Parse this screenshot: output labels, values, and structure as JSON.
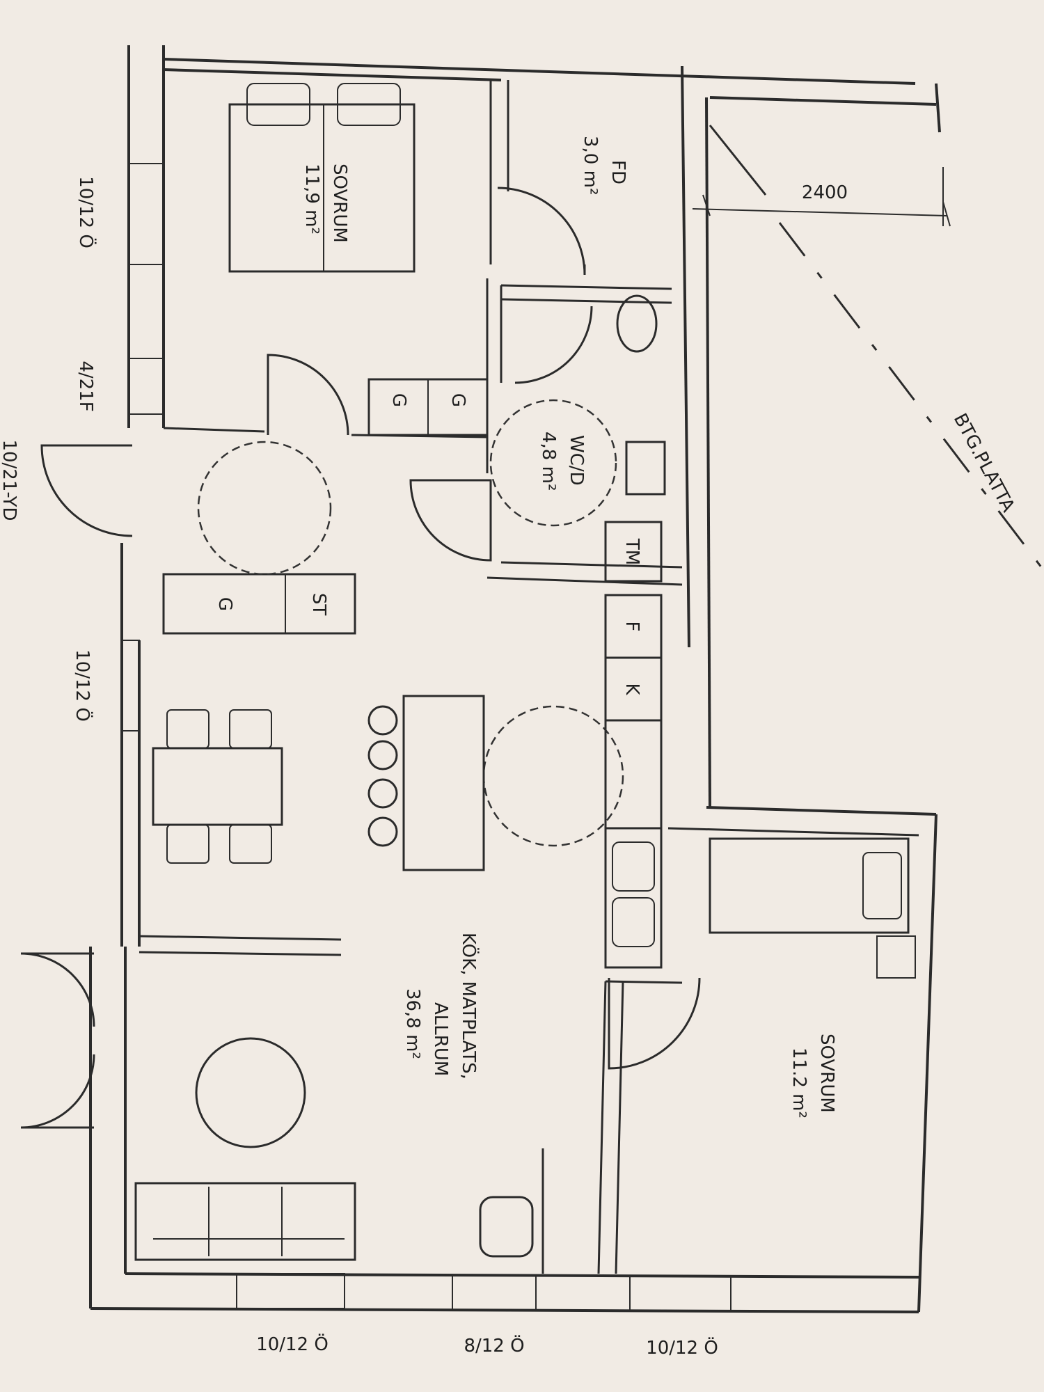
{
  "rooms": {
    "sovrum_top": {
      "name": "SOVRUM",
      "area": "11,9 m²"
    },
    "fd": {
      "name": "FD",
      "area": "3,0 m²"
    },
    "wcd": {
      "name": "WC/D",
      "area": "4,8 m²"
    },
    "kok": {
      "line1": "KÖK, MATPLATS,",
      "line2": "ALLRUM",
      "area": "36,8 m²"
    },
    "sovrum_bottom": {
      "name": "SOVRUM",
      "area": "11.2 m²"
    }
  },
  "fixtures": {
    "g": "G",
    "st": "ST",
    "tm": "TM",
    "f": "F",
    "k": "K"
  },
  "dimensions": {
    "width": "2400",
    "slab": "BTG.PLATTA"
  },
  "window_labels": {
    "top1": "10/12 Ö",
    "top2": "4/21F",
    "door_yd": "10/21-YD",
    "mid": "10/12 Ö",
    "bottom1": "10/12 Ö",
    "bottom2": "8/12 Ö",
    "bottom3": "10/12 Ö"
  },
  "colors": {
    "paper": "#f1ebe4",
    "ink": "#2b2b2b"
  }
}
